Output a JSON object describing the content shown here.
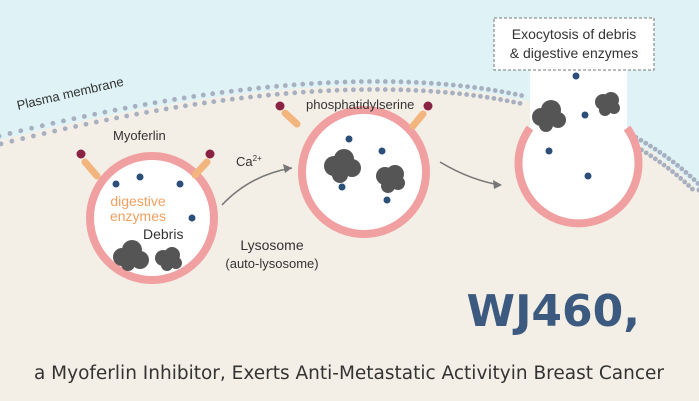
{
  "diagram": {
    "labels": {
      "plasma_membrane": "Plasma membrane",
      "phosphatidylserine": "phosphatidylserine",
      "myoferlin": "Myoferlin",
      "calcium": "Ca",
      "calcium_superscript": "2+",
      "digestive_line1": "digestive",
      "digestive_line2": "enzymes",
      "debris": "Debris",
      "lysosome_line1": "Lysosome",
      "lysosome_line2": "(auto-lysosome)",
      "exocytosis_line1": "Exocytosis of debris",
      "exocytosis_line2": "& digestive enzymes"
    }
  },
  "title": {
    "main": "WJ460,",
    "subtitle": "a Myoferlin Inhibitor, Exerts Anti-Metastatic Activityin Breast Cancer"
  },
  "colors": {
    "background": "#f4efe6",
    "extracellular": "#dff3f6",
    "vesicle_ring": "#f0a0a0",
    "enzyme_dot": "#2b4f78",
    "debris": "#555555",
    "myoferlin": "#f2b57d",
    "ps_head": "#8a2244",
    "title": "#3c5a80",
    "orange_text": "#f2a060"
  }
}
